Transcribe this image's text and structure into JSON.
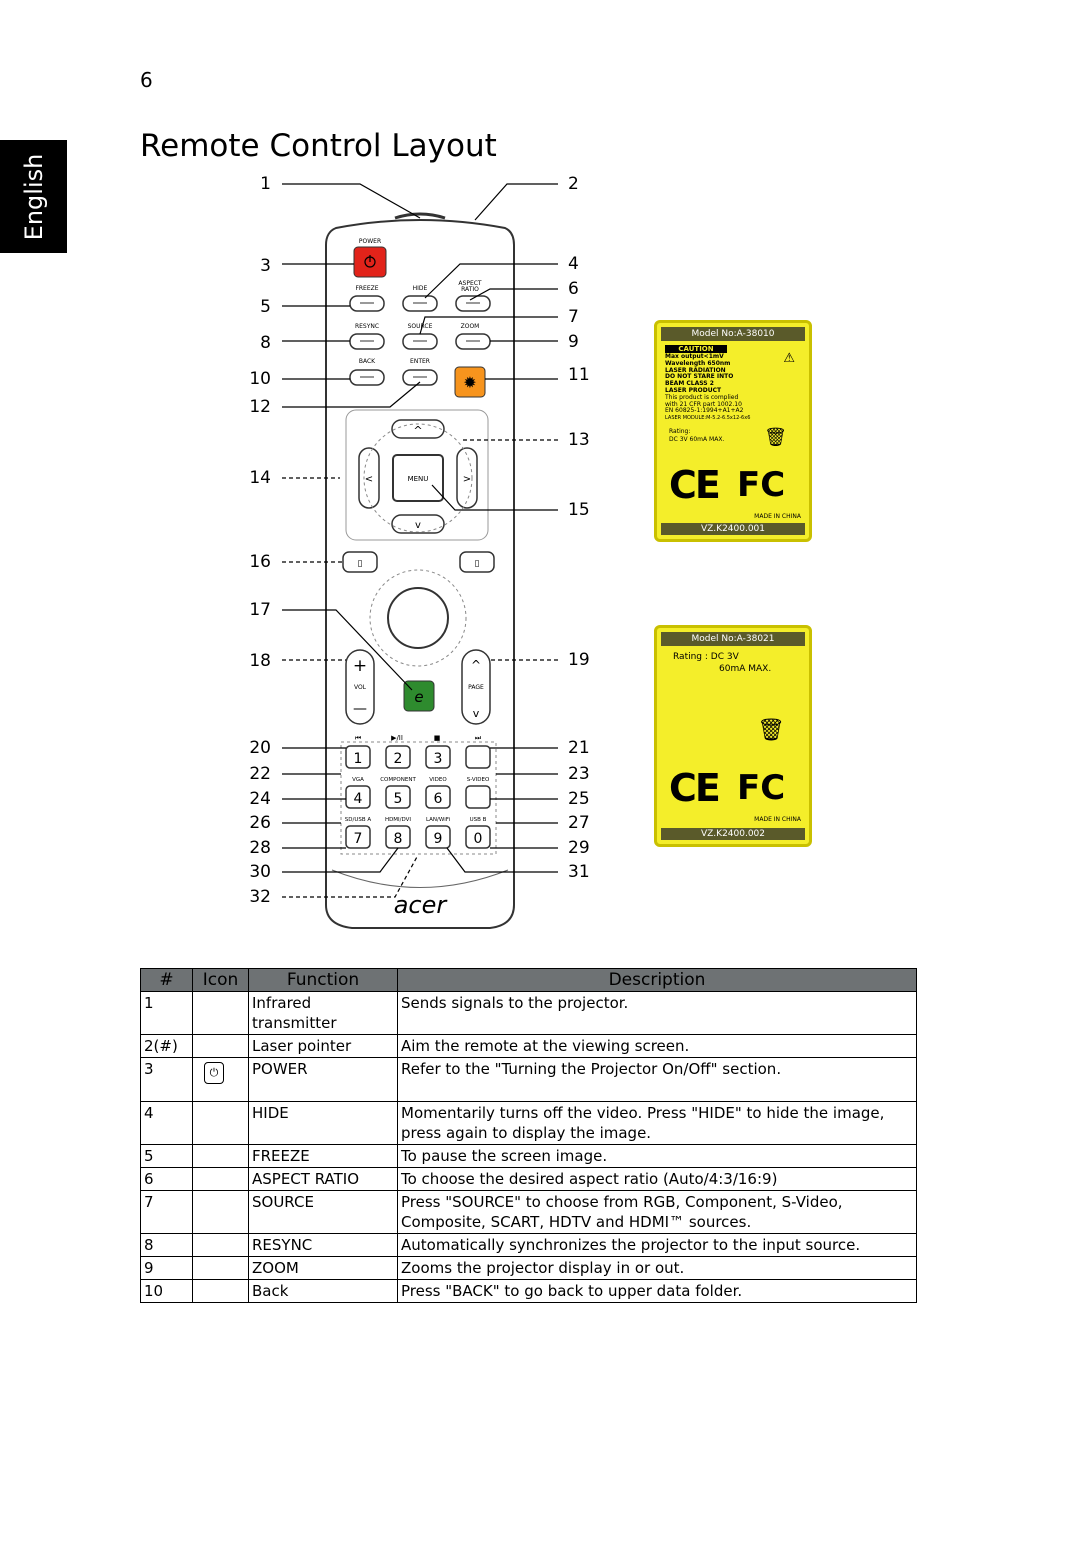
{
  "page": {
    "number": "6",
    "title": "Remote Control Layout",
    "side_tab": "English"
  },
  "callouts": {
    "left": [
      "1",
      "3",
      "5",
      "8",
      "10",
      "12",
      "14",
      "16",
      "17",
      "18",
      "20",
      "22",
      "24",
      "26",
      "28",
      "30",
      "32"
    ],
    "right": [
      "2",
      "4",
      "6",
      "7",
      "9",
      "11",
      "13",
      "15",
      "19",
      "21",
      "23",
      "25",
      "27",
      "29",
      "31"
    ]
  },
  "remote": {
    "power": "POWER",
    "freeze": "FREEZE",
    "hide": "HIDE",
    "aspect_top": "ASPECT",
    "aspect_bottom": "RATIO",
    "resync": "RESYNC",
    "source": "SOURCE",
    "zoom": "ZOOM",
    "back": "BACK",
    "enter": "ENTER",
    "menu": "MENU",
    "vol": "VOL",
    "page": "PAGE",
    "e_key": "e",
    "keys_row1": [
      "1",
      "2",
      "3"
    ],
    "keys_row2": [
      "4",
      "5",
      "6"
    ],
    "keys_row3": [
      "7",
      "8",
      "9",
      "0"
    ],
    "labels_row1": [
      "VGA",
      "COMPONENT",
      "VIDEO",
      "S-VIDEO"
    ],
    "labels_row2": [
      "SD/USB A",
      "HDMI/DVI",
      "LAN/WiFi",
      "USB B"
    ],
    "media": [
      "⏮",
      "▶/II",
      "■",
      "⏭"
    ],
    "brand": "acer",
    "up_glyph": "^",
    "down_glyph": "v",
    "left_glyph": "<",
    "right_glyph": ">",
    "plus_glyph": "+",
    "minus_glyph": "—"
  },
  "label1": {
    "model": "Model No:A-38010",
    "caution": "CAUTION",
    "lines": [
      "Max output<1mV",
      "Wavelength 650nm",
      "LASER RADIATION",
      "DO NOT STARE INTO",
      "BEAM CLASS 2",
      "LASER PRODUCT",
      "This product is complied",
      "with 21 CFR part 1002.10",
      "EN 60825-1:1994+A1+A2",
      "LASER MODULE:M-5.2-6.5x12-6x6"
    ],
    "rating": "Rating:",
    "rating_value": "DC 3V 60mA MAX.",
    "ce": "CE",
    "fc": "FC",
    "made": "MADE IN CHINA",
    "code": "VZ.K2400.001"
  },
  "label2": {
    "model": "Model No:A-38021",
    "rating": "Rating : DC 3V",
    "current": "60mA MAX.",
    "ce": "CE",
    "fc": "FC",
    "made": "MADE IN CHINA",
    "code": "VZ.K2400.002"
  },
  "table": {
    "headers": [
      "#",
      "Icon",
      "Function",
      "Description"
    ],
    "rows": [
      {
        "num": "1",
        "icon": "",
        "func": "Infrared transmitter",
        "desc": "Sends signals to the projector."
      },
      {
        "num": "2(#)",
        "icon": "",
        "func": "Laser pointer",
        "desc": "Aim the remote at the viewing screen."
      },
      {
        "num": "3",
        "icon": "power",
        "func": "POWER",
        "desc": "Refer to the \"Turning the Projector On/Off\" section."
      },
      {
        "num": "4",
        "icon": "",
        "func": "HIDE",
        "desc": "Momentarily turns off the video. Press \"HIDE\" to hide the image, press again to display the image."
      },
      {
        "num": "5",
        "icon": "",
        "func": "FREEZE",
        "desc": "To pause the screen image."
      },
      {
        "num": "6",
        "icon": "",
        "func": "ASPECT RATIO",
        "desc": "To choose the desired aspect ratio (Auto/4:3/16:9)"
      },
      {
        "num": "7",
        "icon": "",
        "func": "SOURCE",
        "desc": "Press \"SOURCE\" to choose from RGB, Component, S-Video, Composite, SCART, HDTV and HDMI™ sources."
      },
      {
        "num": "8",
        "icon": "",
        "func": "RESYNC",
        "desc": "Automatically synchronizes the projector to the input source."
      },
      {
        "num": "9",
        "icon": "",
        "func": "ZOOM",
        "desc": "Zooms the projector display in or out."
      },
      {
        "num": "10",
        "icon": "",
        "func": "Back",
        "desc": "Press \"BACK\" to go back to upper data folder."
      }
    ]
  }
}
